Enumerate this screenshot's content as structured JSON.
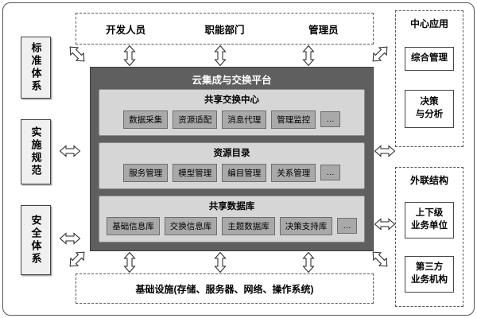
{
  "top_users": {
    "items": [
      "开发人员",
      "职能部门",
      "管理员"
    ]
  },
  "left_pillars": {
    "items": [
      "标准体系",
      "实施规范",
      "安全体系"
    ]
  },
  "platform": {
    "title": "云集成与交换平台",
    "sections": [
      {
        "title": "共享交换中心",
        "items": [
          "数据采集",
          "资源适配",
          "消息代理",
          "管理监控",
          "…"
        ]
      },
      {
        "title": "资源目录",
        "items": [
          "服务管理",
          "模型管理",
          "编目管理",
          "关系管理",
          "…"
        ]
      },
      {
        "title": "共享数据库",
        "items": [
          "基础信息库",
          "交换信息库",
          "主题数据库",
          "决策支持库",
          "…"
        ]
      }
    ]
  },
  "center_apps": {
    "title": "中心应用",
    "items": [
      "综合管理",
      "决策\n与分析"
    ]
  },
  "external": {
    "title": "外联结构",
    "items": [
      "上下级\n业务单位",
      "第三方\n业务机构"
    ]
  },
  "infrastructure": {
    "label": "基础设施(存储、服务器、网络、操作系统)"
  },
  "colors": {
    "platform_bg": "#5f5f5f",
    "section_bg": "#d6d6d6",
    "item_bg": "#a9a9a9",
    "arrow_fill": "#ffffff",
    "arrow_stroke": "#222222"
  }
}
